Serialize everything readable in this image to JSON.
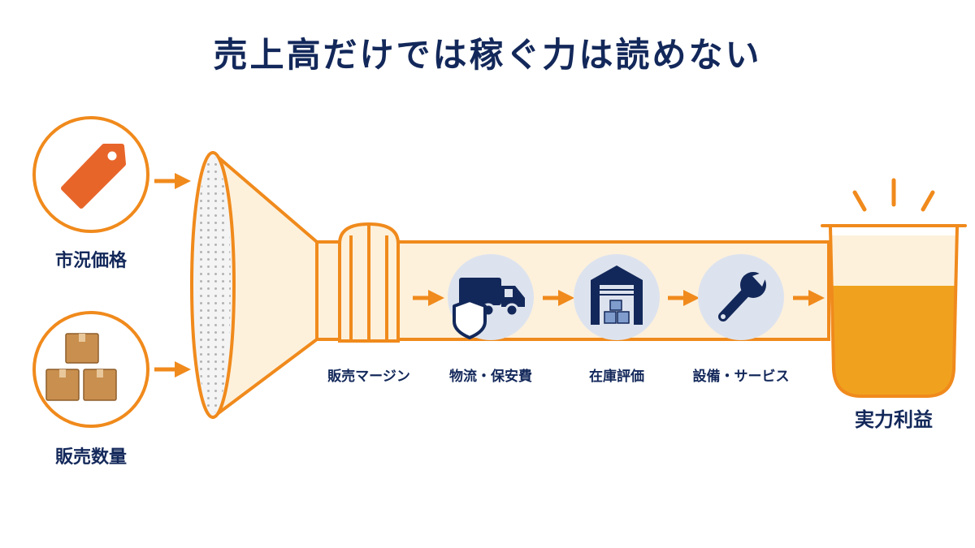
{
  "title": "売上高だけでは稼ぐ力は読めない",
  "inputs": [
    {
      "label": "市況価格",
      "icon": "price-tag-icon"
    },
    {
      "label": "販売数量",
      "icon": "boxes-icon"
    }
  ],
  "steps": [
    {
      "label": "販売マージン",
      "icon": "gate-icon"
    },
    {
      "label": "物流・保安費",
      "icon": "truck-shield-icon"
    },
    {
      "label": "在庫評価",
      "icon": "warehouse-icon"
    },
    {
      "label": "設備・サービス",
      "icon": "wrench-icon"
    }
  ],
  "result": {
    "label": "実力利益",
    "icon": "beaker-icon"
  },
  "colors": {
    "navy": "#13285a",
    "orange": "#f08a1c",
    "tag_orange": "#e8652a",
    "box_tan": "#c98f4e",
    "liquid": "#f0a21e",
    "pipe_fill": "#fdf1dc",
    "icon_bg": "#dde3ee"
  }
}
